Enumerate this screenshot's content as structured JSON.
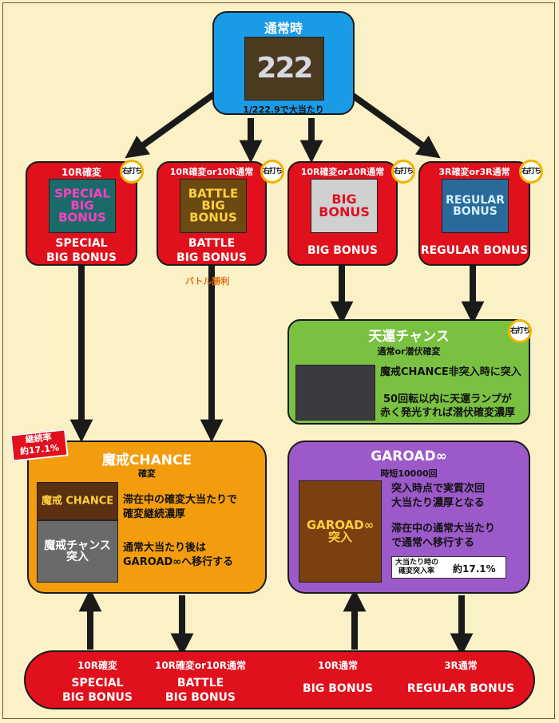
{
  "top": {
    "title": "通常時",
    "thumb_text": "222",
    "odds": "1/222.9で大当たり"
  },
  "right_badge": "右打ち",
  "row1": [
    {
      "header": "10R確変",
      "thumb_text": "SPECIAL BIG BONUS",
      "name_line1": "SPECIAL",
      "name_line2": "BIG  BONUS",
      "has_badge": true
    },
    {
      "header": "10R確変or10R通常",
      "thumb_text": "BATTLE BIG BONUS",
      "name_line1": "BATTLE",
      "name_line2": "BIG  BONUS",
      "has_badge": true
    },
    {
      "header": "10R確変or10R通常",
      "thumb_text": "BIG BONUS",
      "name_line1": "BIG  BONUS",
      "name_line2": "",
      "has_badge": true
    },
    {
      "header": "3R確変or3R通常",
      "thumb_text": "REGULAR BONUS",
      "name_line1": "REGULAR  BONUS",
      "name_line2": "",
      "has_badge": true
    }
  ],
  "battle_win": "バトル勝利",
  "tenun": {
    "title": "天運チャンス",
    "subtitle": "通常or潜伏確変",
    "line1": "魔戒CHANCE非突入時に突入",
    "line2": "50回転以内に天運ランプが",
    "line3": "赤く発光すれば潜伏確変濃厚"
  },
  "makai": {
    "rate_label": "継続率",
    "rate_value": "約17.1%",
    "title": "魔戒CHANCE",
    "subtitle": "確変",
    "thumb1": "魔戒 CHANCE",
    "thumb2": "魔戒チャンス突入",
    "line1": "滞在中の確変大当たりで",
    "line2": "確変継続濃厚",
    "line3": "通常大当たり後は",
    "line4": "GAROAD∞へ移行する"
  },
  "garoad": {
    "title": "GAROAD∞",
    "subtitle": "時短10000回",
    "thumb": "GAROAD∞ 突入",
    "line1": "突入時点で実質次回",
    "line2": "大当たり濃厚となる",
    "line3": "滞在中の通常大当たり",
    "line4": "で通常へ移行する",
    "note_line1": "大当たり時の",
    "note_line2": "確変突入率",
    "note_value": "約17.1%"
  },
  "bottom": [
    {
      "header": "10R確変",
      "line1": "SPECIAL",
      "line2": "BIG  BONUS"
    },
    {
      "header": "10R確変or10R通常",
      "line1": "BATTLE",
      "line2": "BIG  BONUS"
    },
    {
      "header": "10R通常",
      "line1": "BIG  BONUS",
      "line2": ""
    },
    {
      "header": "3R通常",
      "line1": "REGULAR  BONUS",
      "line2": ""
    }
  ],
  "colors": {
    "red": "#e0101c",
    "blue": "#1a9be6",
    "green": "#7ac142",
    "orange": "#f39d0e",
    "purple": "#9b59c9",
    "background": "#fbf1c6"
  }
}
